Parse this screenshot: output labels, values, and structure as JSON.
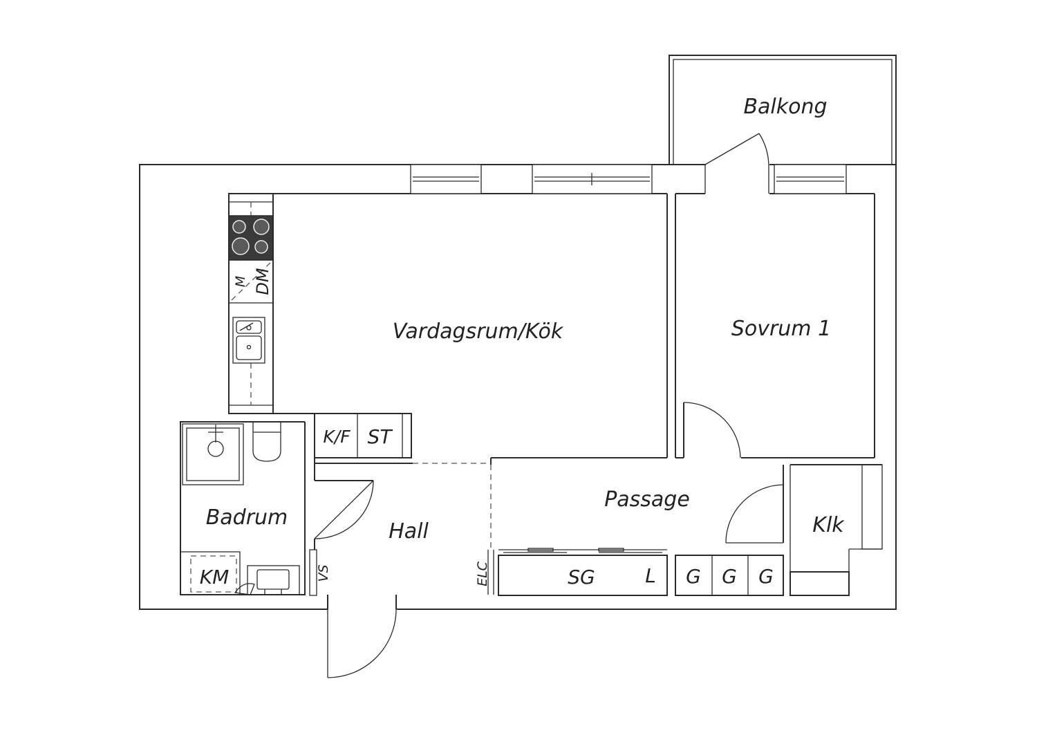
{
  "rooms": {
    "balkong": "Balkong",
    "vardagsrum_kok": "Vardagsrum/Kök",
    "sovrum": "Sovrum 1",
    "passage": "Passage",
    "hall": "Hall",
    "badrum": "Badrum",
    "klk": "Klk"
  },
  "fixtures": {
    "kf": "K/F",
    "st": "ST",
    "km": "KM",
    "vs": "VS",
    "elc": "ELC",
    "sg": "SG",
    "l": "L",
    "g": [
      "G",
      "G",
      "G"
    ],
    "m": "M",
    "dm": "DM"
  }
}
